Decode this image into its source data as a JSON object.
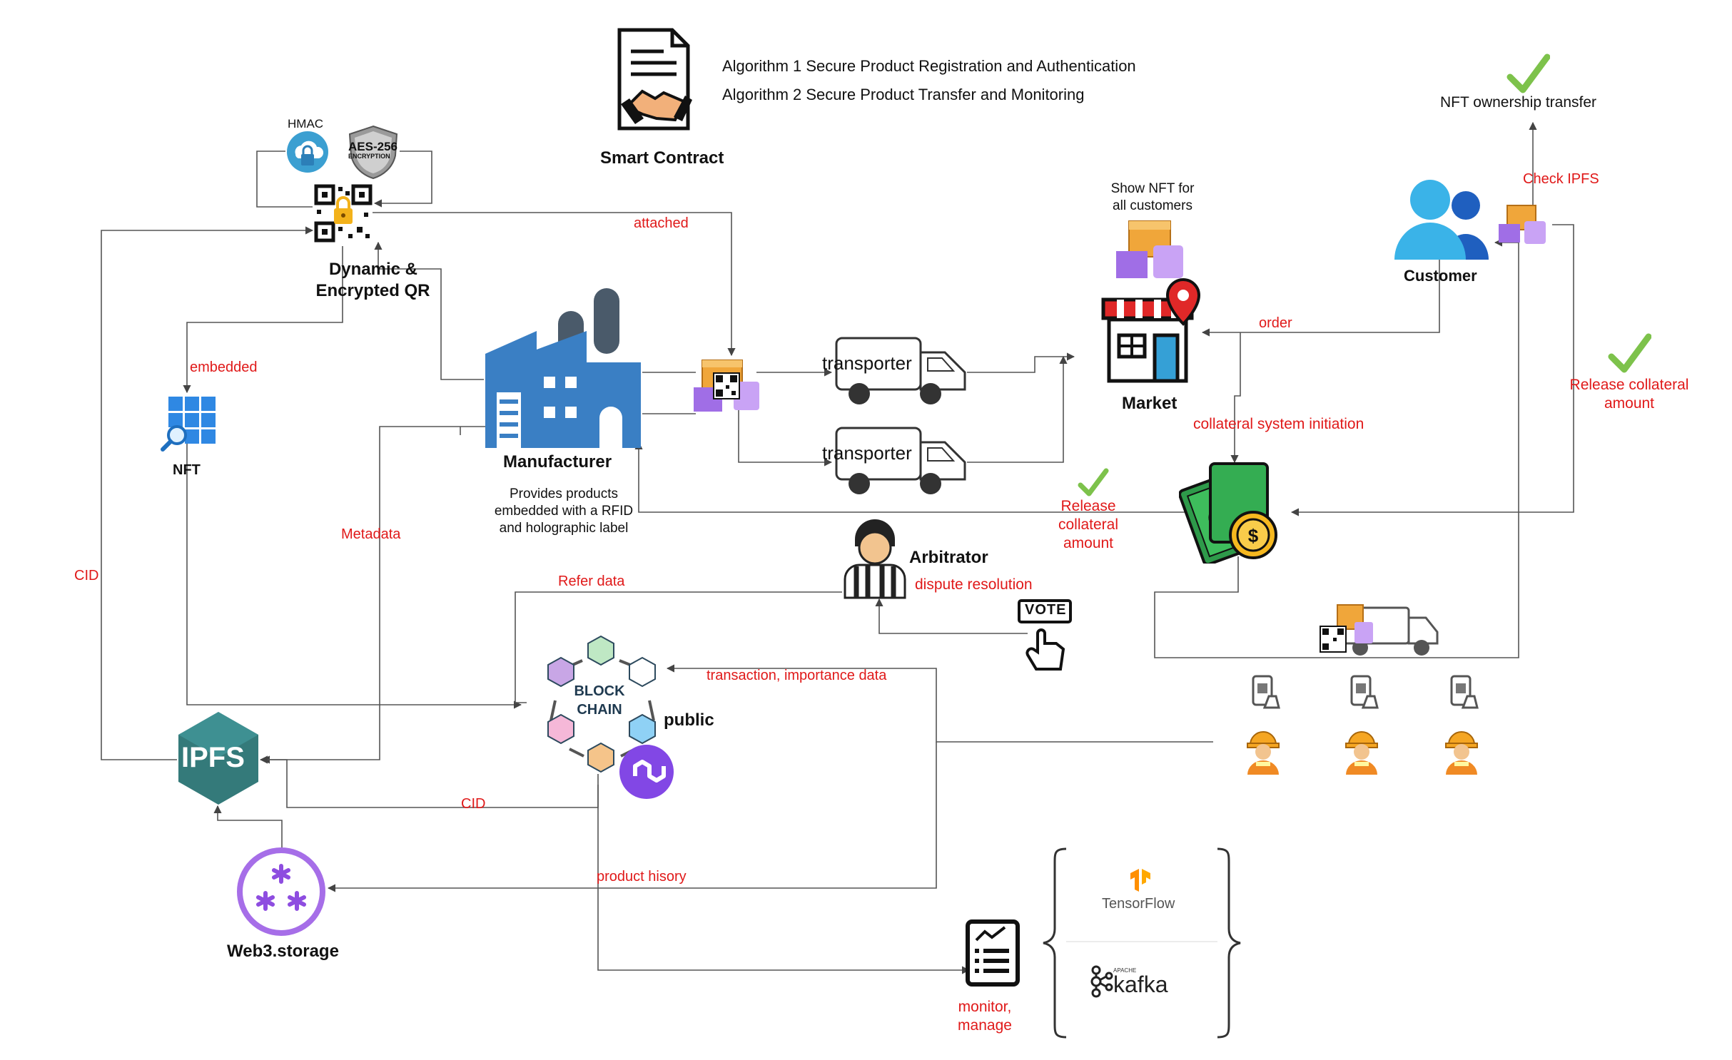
{
  "smart_contract": {
    "title": "Smart Contract",
    "algorithm_1": "Algorithm 1 Secure Product Registration and Authentication",
    "algorithm_2": "Algorithm 2 Secure Product Transfer and Monitoring"
  },
  "qr": {
    "hmac_label": "HMAC",
    "aes_label": "AES-256",
    "aes_sub": "ENCRYPTION",
    "title_line1": "Dynamic &",
    "title_line2": "Encrypted QR"
  },
  "nft": {
    "label": "NFT"
  },
  "manufacturer": {
    "title": "Manufacturer",
    "desc_line1": "Provides products",
    "desc_line2": "embedded with a RFID",
    "desc_line3": "and holographic label"
  },
  "transporters": [
    "transporter",
    "transporter"
  ],
  "market": {
    "title": "Market",
    "show_nft_line1": "Show NFT  for",
    "show_nft_line2": "all customers"
  },
  "customer": {
    "title": "Customer"
  },
  "nft_transfer": "NFT ownership transfer",
  "arbitrator": {
    "title": "Arbitrator",
    "vote": "VOTE"
  },
  "blockchain": {
    "line1": "BLOCK",
    "line2": "CHAIN",
    "public_label": "public"
  },
  "ipfs": {
    "label": "IPFS"
  },
  "web3": {
    "label": "Web3.storage"
  },
  "ml_box": {
    "tensorflow": "TensorFlow",
    "kafka": "kafka",
    "apache": "APACHE"
  },
  "edge_labels": {
    "attached": "attached",
    "embedded": "embedded",
    "cid_left": "CID",
    "metadata": "Metadata",
    "refer_data": "Refer data",
    "dispute_resolution": "dispute resolution",
    "check_ipfs": "Check IPFS",
    "order": "order",
    "collateral_init": "collateral system initiation",
    "release_mid_1": "Release",
    "release_mid_2": "collateral",
    "release_mid_3": "amount",
    "release_right_1": "Release collateral",
    "release_right_2": "amount",
    "transaction_data": "transaction, importance data",
    "cid_bottom": "CID",
    "product_history": "product hisory",
    "monitor_1": "monitor,",
    "monitor_2": "manage"
  },
  "colors": {
    "manufacturer_blue": "#3a7fc4",
    "label_red": "#e01919",
    "check_green": "#7dc24b",
    "ipfs_teal": "#347a7a",
    "web3_purple": "#a66ee8",
    "polygon_purple": "#8247e5"
  }
}
